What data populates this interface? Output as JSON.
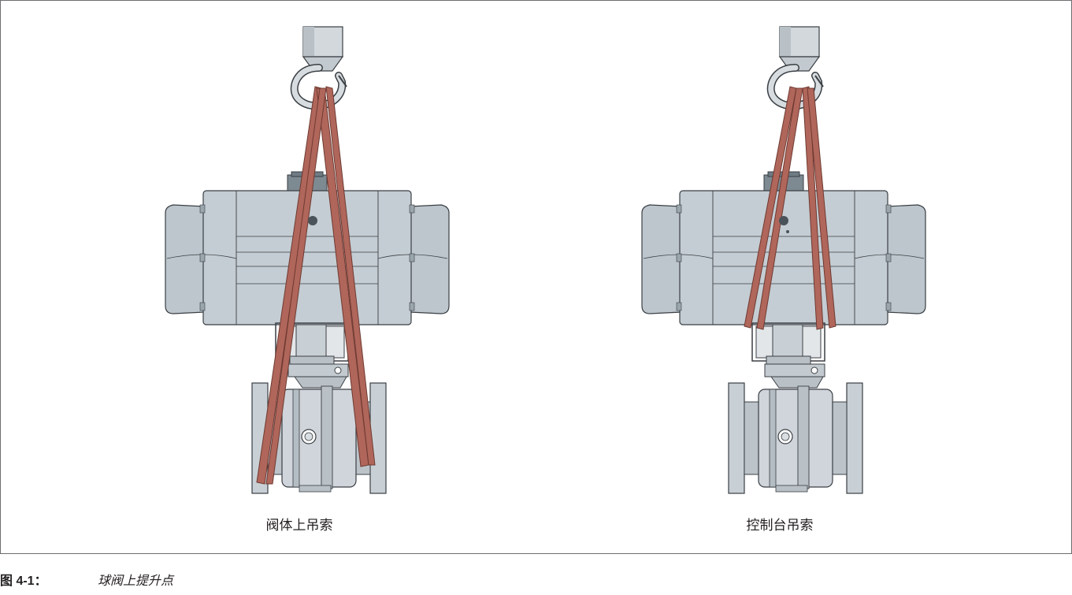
{
  "figure": {
    "label": "图 4-1：",
    "title": "球阀上提升点",
    "panels": [
      {
        "caption": "阀体上吊索"
      },
      {
        "caption": "控制台吊索"
      }
    ]
  },
  "colors": {
    "actuator_body": "#c4cdd3",
    "actuator_dark": "#6f7b84",
    "valve_body": "#c9d0d5",
    "sling": "#b0665a",
    "sling_dark": "#6e3a33",
    "outline": "#3a3f44",
    "frame_border": "#6d6e71"
  }
}
